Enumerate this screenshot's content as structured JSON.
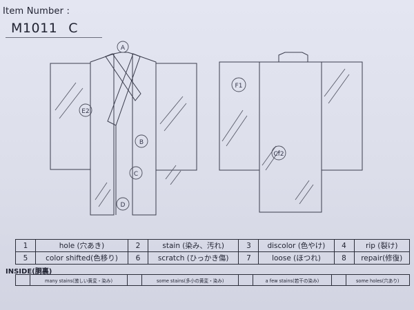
{
  "header": {
    "label": "Item Number :",
    "item_code": "M1011",
    "item_variant": "C"
  },
  "marks": {
    "a": "A",
    "e2": "E2",
    "b": "B",
    "c": "C",
    "d": "D",
    "f": "F1",
    "cf2": "Cf2"
  },
  "legend": [
    [
      {
        "num": "1",
        "label": "hole (穴あき)"
      },
      {
        "num": "2",
        "label": "stain (染み、汚れ)"
      },
      {
        "num": "3",
        "label": "discolor (色やけ)"
      },
      {
        "num": "4",
        "label": "rip (裂け)"
      }
    ],
    [
      {
        "num": "5",
        "label": "color shifted(色移り)"
      },
      {
        "num": "6",
        "label": "scratch (ひっかき傷)"
      },
      {
        "num": "7",
        "label": "loose (ほつれ)"
      },
      {
        "num": "8",
        "label": "repair(修復)"
      }
    ]
  ],
  "inside": {
    "title": "INSIDE(胴裏)",
    "items": [
      "many stains(激しい黄変・染み)",
      "some stains(多小の黄変・染み)",
      "a few stains(若干の染み)",
      "some holes(穴あり)"
    ]
  }
}
